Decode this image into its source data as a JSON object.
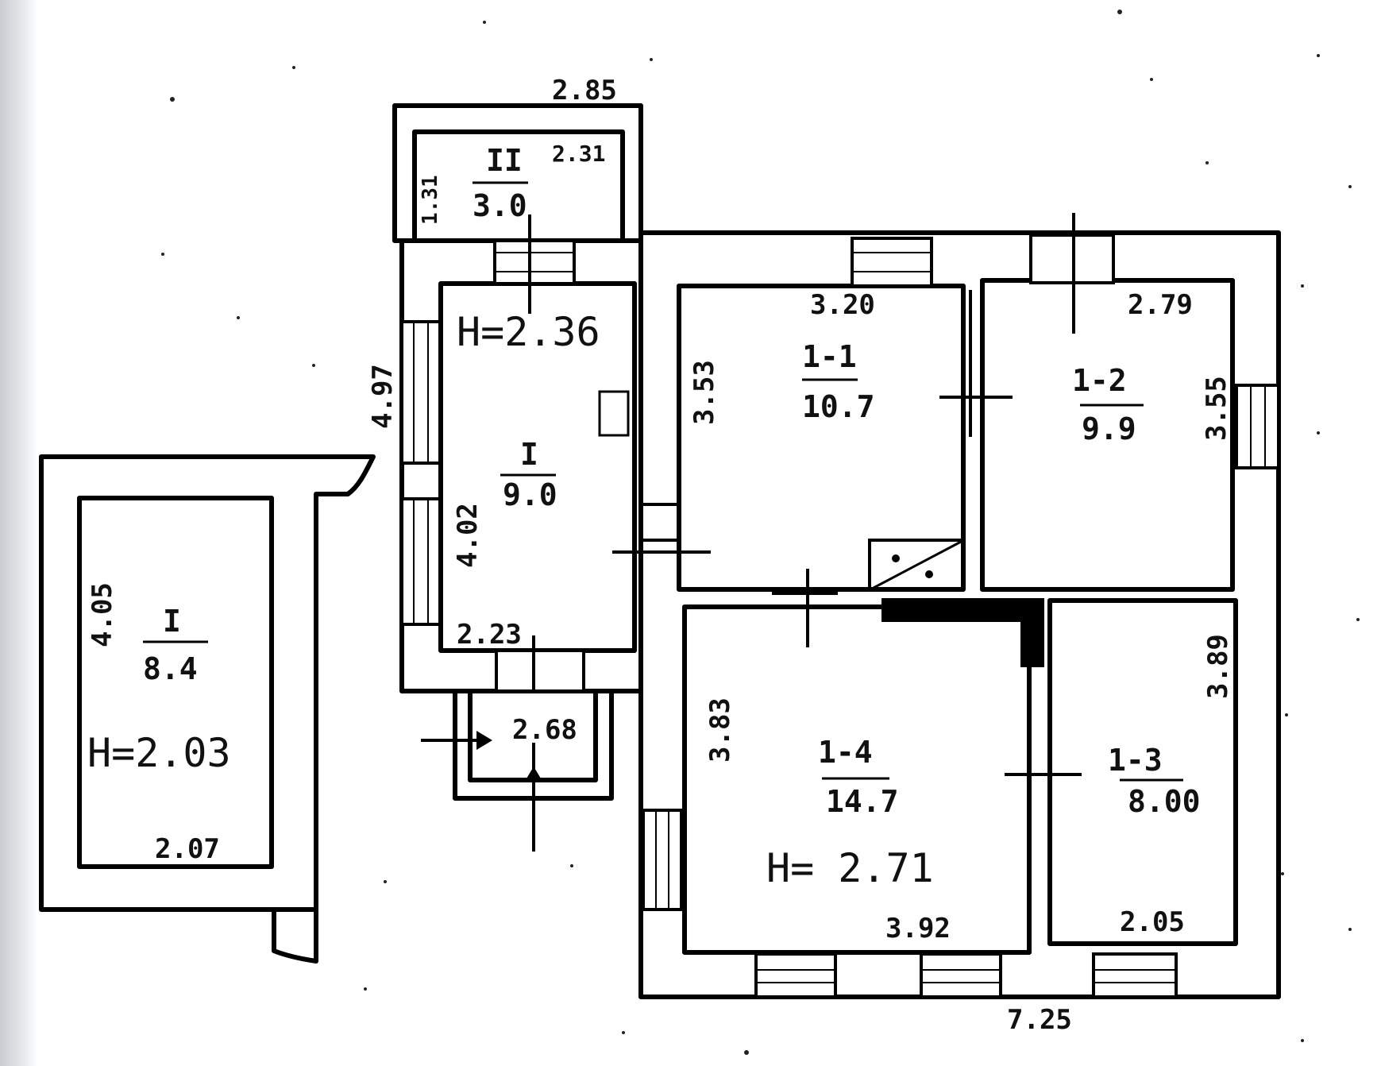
{
  "plan": {
    "dimensions": {
      "top_235": "2.85",
      "annex_inner_width": "2.31",
      "annex_height": "1.31",
      "room_i_width": "4.97",
      "room_i_height": "4.02",
      "room_i_bottom": "2.23",
      "porch_width": "2.68",
      "room_11_top": "3.20",
      "room_11_height": "3.53",
      "room_12_top": "2.79",
      "room_12_height": "3.55",
      "room_14_height": "3.83",
      "room_14_bottom": "3.92",
      "room_13_height": "3.89",
      "room_13_bottom": "2.05",
      "house_width": "7.25",
      "shed_height": "4.05",
      "shed_width": "2.07"
    },
    "rooms": {
      "annex": {
        "id": "II",
        "area": "3.0"
      },
      "hall": {
        "id": "I",
        "area": "9.0"
      },
      "room_11": {
        "id": "1-1",
        "area": "10.7"
      },
      "room_12": {
        "id": "1-2",
        "area": "9.9"
      },
      "room_14": {
        "id": "1-4",
        "area": "14.7"
      },
      "room_13": {
        "id": "1-3",
        "area": "8.00"
      },
      "shed": {
        "id": "I",
        "area": "8.4"
      }
    },
    "heights": {
      "hall": "H=2.36",
      "main": "H= 2.71",
      "shed": "H=2.03"
    }
  }
}
